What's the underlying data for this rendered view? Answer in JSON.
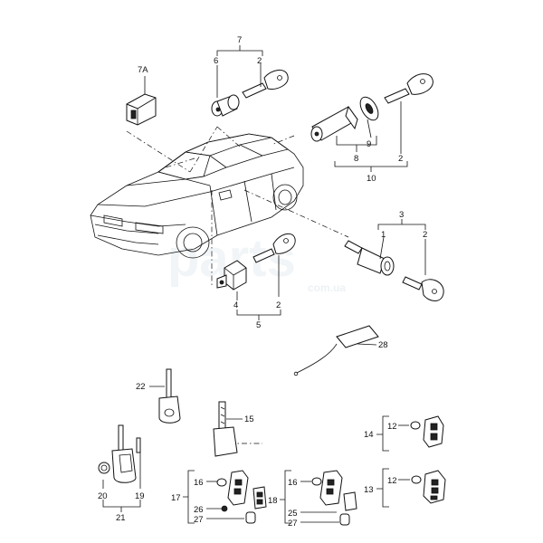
{
  "diagram": {
    "labels": {
      "l7": "7",
      "l6": "6",
      "l2a": "2",
      "l7a": "7A",
      "l9": "9",
      "l8": "8",
      "l2b": "2",
      "l10": "10",
      "l3": "3",
      "l1": "1",
      "l2c": "2",
      "l4": "4",
      "l2d": "2",
      "l5": "5",
      "l28": "28",
      "l22": "22",
      "l15": "15",
      "l12a": "12",
      "l14": "14",
      "l12b": "12",
      "l13": "13",
      "l16a": "16",
      "l17": "17",
      "l26a": "26",
      "l27a": "27",
      "l16b": "16",
      "l18": "18",
      "l25": "25",
      "l27b": "27",
      "l20": "20",
      "l19": "19",
      "l21": "21"
    },
    "watermark": {
      "main": "parts",
      "sub": "com.ua"
    }
  }
}
